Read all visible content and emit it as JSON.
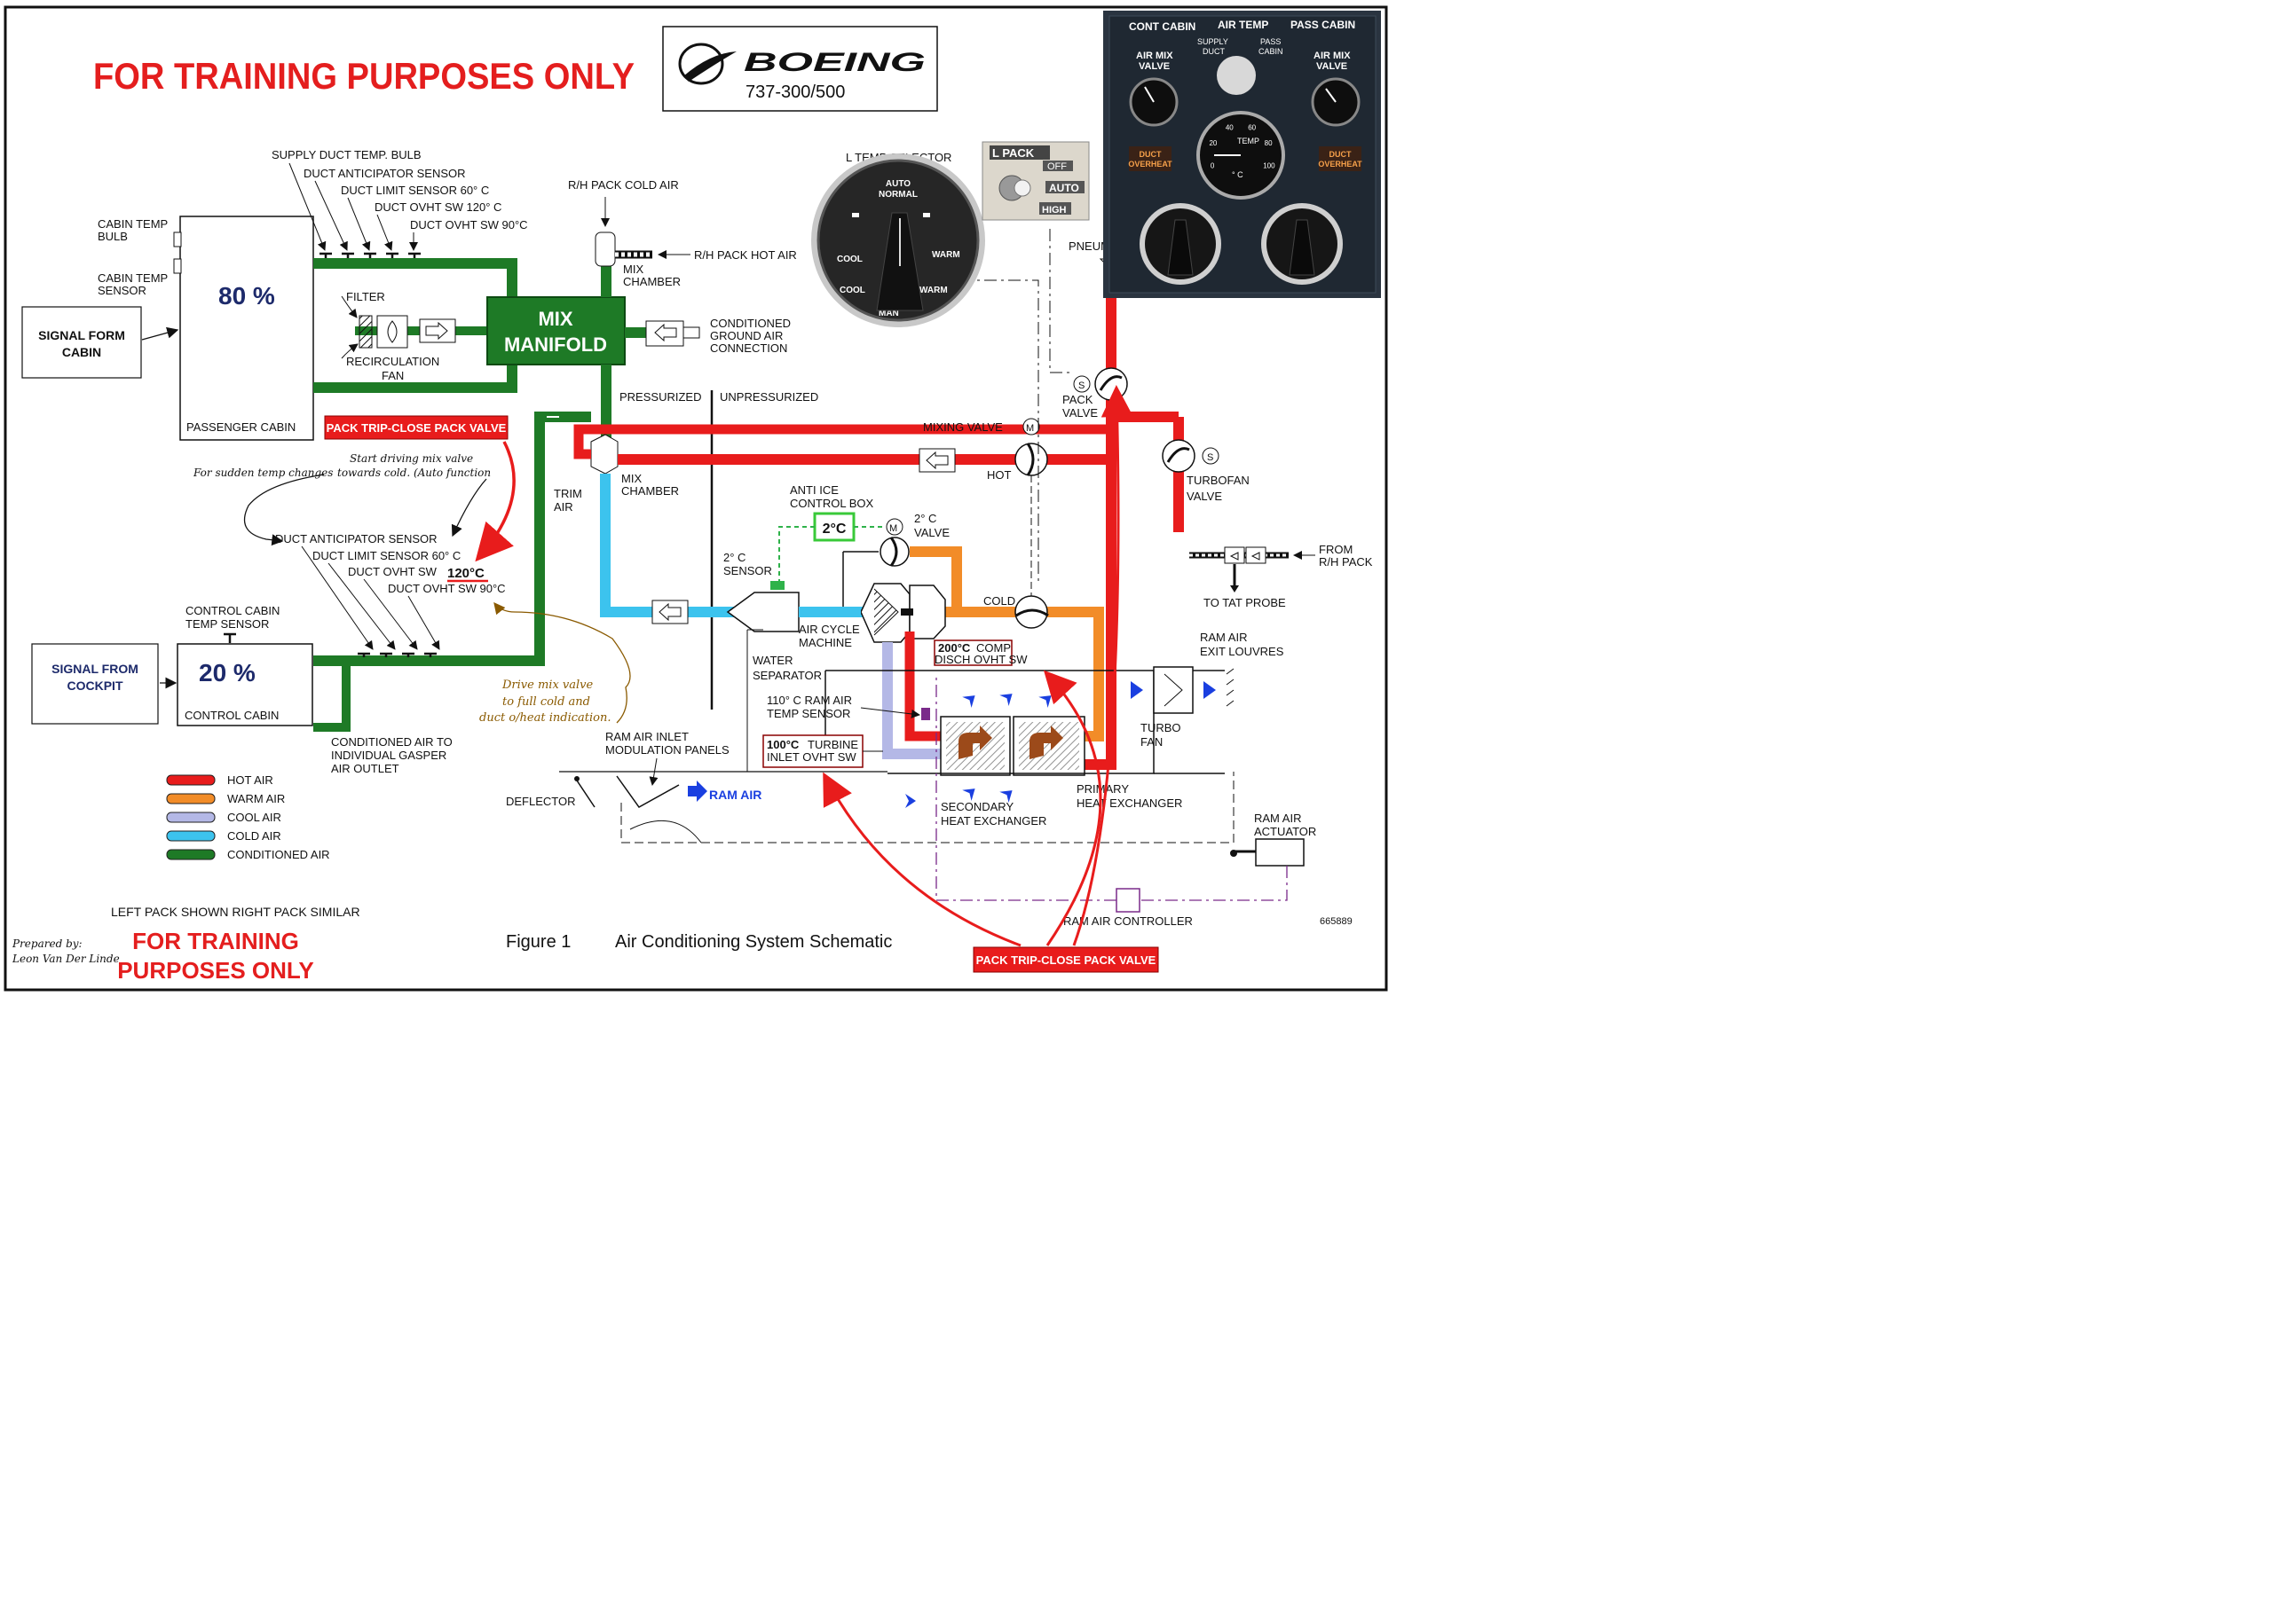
{
  "titles": {
    "training_top": "FOR TRAINING PURPOSES ONLY",
    "training_bottom_1": "FOR TRAINING",
    "training_bottom_2": "PURPOSES ONLY",
    "brand": "BOEING",
    "model": "737-300/500",
    "figure_num": "Figure 1",
    "figure_title": "Air Conditioning System Schematic",
    "note": "LEFT PACK SHOWN RIGHT PACK SIMILAR",
    "prepared_1": "Prepared by:",
    "prepared_2": "Leon Van Der Linde",
    "doc_num": "665889"
  },
  "passenger_cabin": {
    "percent": "80 %",
    "label": "PASSENGER CABIN",
    "signal_line1": "SIGNAL FORM",
    "signal_line2": "CABIN",
    "cabin_temp_bulb_1": "CABIN TEMP",
    "cabin_temp_bulb_2": "BULB",
    "cabin_temp_sensor_1": "CABIN TEMP",
    "cabin_temp_sensor_2": "SENSOR",
    "supply_bulb": "SUPPLY DUCT TEMP. BULB",
    "anticipator": "DUCT ANTICIPATOR SENSOR",
    "limit": "DUCT LIMIT SENSOR  60° C",
    "ovht120": "DUCT OVHT SW  120° C",
    "ovht90": "DUCT OVHT SW  90°C",
    "filter": "FILTER",
    "recirc_1": "RECIRCULATION",
    "recirc_2": "FAN"
  },
  "control_cabin": {
    "percent": "20 %",
    "label": "CONTROL CABIN",
    "signal_line1": "SIGNAL FROM",
    "signal_line2": "COCKPIT",
    "temp_sensor_1": "CONTROL CABIN",
    "temp_sensor_2": "TEMP SENSOR",
    "anticipator": "DUCT ANTICIPATOR SENSOR",
    "limit": "DUCT LIMIT SENSOR  60° C",
    "ovht_sw": "DUCT OVHT SW",
    "ovht_120": "120°C",
    "ovht90": "DUCT OVHT SW  90°C",
    "gasper_1": "CONDITIONED AIR TO",
    "gasper_2": "INDIVIDUAL GASPER",
    "gasper_3": "AIR OUTLET"
  },
  "annotations": {
    "sudden": "For sudden temp changes",
    "start_1": "Start driving mix valve",
    "start_2": "towards cold. (Auto function",
    "drive_1": "Drive mix valve",
    "drive_2": "to full cold and",
    "drive_3": "duct o/heat indication.",
    "pack_trip": "PACK TRIP-CLOSE PACK VALVE"
  },
  "manifold": {
    "mix_1": "MIX",
    "mix_2": "MANIFOLD",
    "rh_cold": "R/H PACK COLD AIR",
    "rh_hot": "R/H PACK HOT AIR",
    "mix_chamber_1": "MIX",
    "mix_chamber_2": "CHAMBER",
    "ground_1": "CONDITIONED",
    "ground_2": "GROUND AIR",
    "ground_3": "CONNECTION",
    "pressurized": "PRESSURIZED",
    "unpressurized": "UNPRESSURIZED",
    "trim_1": "TRIM",
    "trim_2": "AIR",
    "mix_chamber_lower_1": "MIX",
    "mix_chamber_lower_2": "CHAMBER"
  },
  "pack": {
    "l_temp_selector": "L TEMP SELECTOR",
    "pneumatic": "PNEUMATIC AIR",
    "pack_valve_1": "PACK",
    "pack_valve_2": "VALVE",
    "mixing_valve": "MIXING VALVE",
    "hot": "HOT",
    "cold": "COLD",
    "turbofan_1": "TURBOFAN",
    "turbofan_2": "VALVE",
    "anti_ice_1": "ANTI ICE",
    "anti_ice_2": "CONTROL BOX",
    "anti_ice_temp": "2°C",
    "two_c_valve_1": "2° C",
    "two_c_valve_2": "VALVE",
    "two_c_sensor_1": "2° C",
    "two_c_sensor_2": "SENSOR",
    "from_rh_1": "FROM",
    "from_rh_2": "R/H PACK",
    "tat_probe": "TO TAT PROBE",
    "acm_1": "AIR CYCLE",
    "acm_2": "MACHINE",
    "water_sep_1": "WATER",
    "water_sep_2": "SEPARATOR",
    "comp_temp": "200°C",
    "comp_1": "COMP",
    "comp_2": "DISCH OVHT SW",
    "ram_exit_1": "RAM AIR",
    "ram_exit_2": "EXIT LOUVRES",
    "ram_sensor_1": "110° C RAM AIR",
    "ram_sensor_2": "TEMP SENSOR",
    "turbine_temp": "100°C",
    "turbine_1": "TURBINE",
    "turbine_2": "INLET OVHT SW",
    "ram_inlet_1": "RAM AIR INLET",
    "ram_inlet_2": "MODULATION PANELS",
    "deflector": "DEFLECTOR",
    "ram_air": "RAM AIR",
    "secondary_1": "SECONDARY",
    "secondary_2": "HEAT EXCHANGER",
    "primary_1": "PRIMARY",
    "primary_2": "HEAT EXCHANGER",
    "turbo_fan_1": "TURBO",
    "turbo_fan_2": "FAN",
    "ram_actuator_1": "RAM AIR",
    "ram_actuator_2": "ACTUATOR",
    "ram_controller": "RAM AIR CONTROLLER"
  },
  "panel": {
    "cont_cabin": "CONT CABIN",
    "air_temp": "AIR TEMP",
    "pass_cabin": "PASS CABIN",
    "supply_1": "SUPPLY",
    "supply_2": "DUCT",
    "pass_1": "PASS",
    "pass_2": "CABIN",
    "airmix_1": "AIR MIX",
    "airmix_2": "VALVE",
    "duct_1": "DUCT",
    "duct_2": "OVERHEAT",
    "temp": "TEMP",
    "unit": "° C",
    "scale": [
      "0",
      "20",
      "40",
      "60",
      "80",
      "100"
    ]
  },
  "pack_switch": {
    "title": "L PACK",
    "off": "OFF",
    "auto": "AUTO",
    "high": "HIGH"
  },
  "selector": {
    "auto": "AUTO",
    "normal": "NORMAL",
    "cool": "COOL",
    "warm": "WARM",
    "man": "MAN"
  },
  "legend": [
    {
      "label": "HOT AIR",
      "color": "#e81c1c"
    },
    {
      "label": "WARM AIR",
      "color": "#f28c28"
    },
    {
      "label": "COOL AIR",
      "color": "#b4b8e6"
    },
    {
      "label": "COLD AIR",
      "color": "#3cc3ee"
    },
    {
      "label": "CONDITIONED AIR",
      "color": "#1e7a26"
    }
  ],
  "colors": {
    "hot": "#e81c1c",
    "warm": "#f28c28",
    "cool": "#b4b8e6",
    "cold": "#3cc3ee",
    "conditioned": "#1e7a26",
    "title_red": "#e41e1e",
    "navy": "#1d2a6b",
    "ram_blue": "#1a3fe0"
  }
}
